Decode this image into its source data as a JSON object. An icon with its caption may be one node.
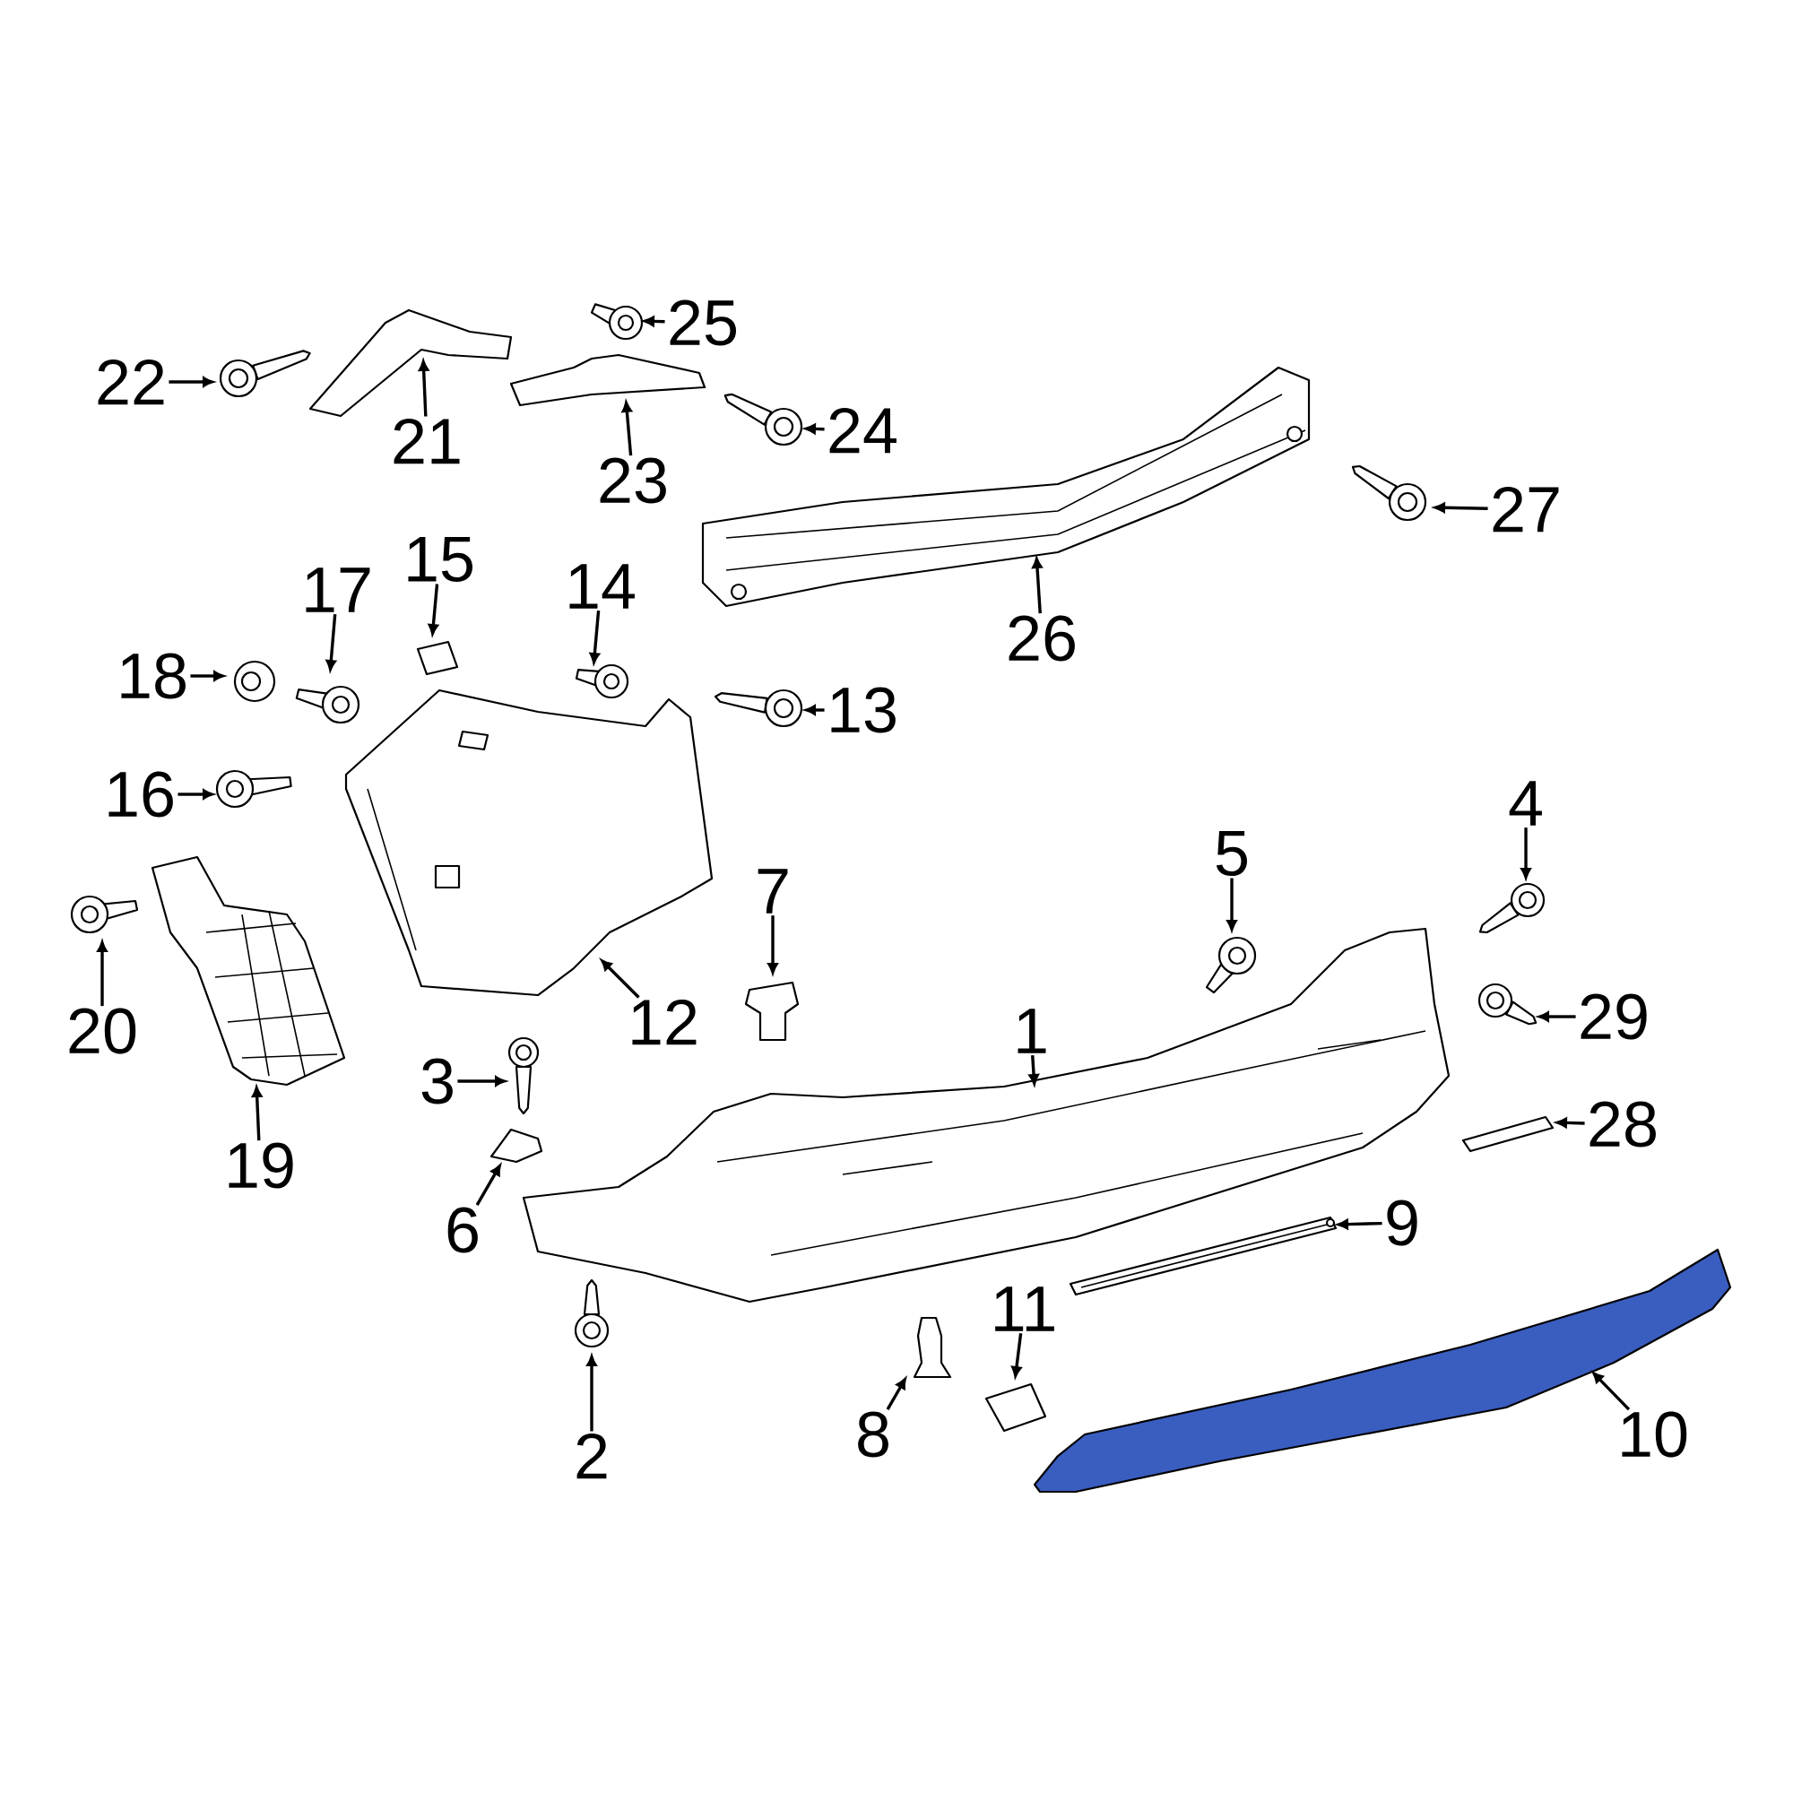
{
  "diagram": {
    "nodes": [
      {
        "text": [
          "1"
        ]
      },
      {
        "text": [],
        "shape": "picture"
      },
      {
        "text": [
          "2"
        ]
      },
      {
        "text": [],
        "shape": "picture"
      },
      {
        "text": [
          "3"
        ]
      },
      {
        "text": [],
        "shape": "picture"
      },
      {
        "text": [
          "4"
        ]
      },
      {
        "text": [],
        "shape": "picture"
      },
      {
        "text": [
          "5"
        ]
      },
      {
        "text": [],
        "shape": "picture"
      },
      {
        "text": [
          "6"
        ]
      },
      {
        "text": [],
        "shape": "picture"
      },
      {
        "text": [
          "7"
        ]
      },
      {
        "text": [],
        "shape": "picture"
      },
      {
        "text": [
          "8"
        ]
      },
      {
        "text": [],
        "shape": "picture"
      },
      {
        "text": [
          "9"
        ]
      },
      {
        "text": [],
        "shape": "picture"
      },
      {
        "text": [
          "10"
        ]
      },
      {
        "text": [],
        "shape": "picture"
      },
      {
        "text": [
          "11"
        ]
      },
      {
        "text": [],
        "shape": "picture"
      },
      {
        "text": [
          "12"
        ]
      },
      {
        "text": [],
        "shape": "picture"
      },
      {
        "text": [
          "13"
        ]
      },
      {
        "text": [],
        "shape": "picture"
      },
      {
        "text": [
          "14"
        ]
      },
      {
        "text": [],
        "shape": "picture"
      },
      {
        "text": [
          "15"
        ]
      },
      {
        "text": [],
        "shape": "picture"
      },
      {
        "text": [
          "16"
        ]
      },
      {
        "text": [],
        "shape": "picture"
      },
      {
        "text": [
          "17"
        ]
      },
      {
        "text": [],
        "shape": "picture"
      },
      {
        "text": [
          "18"
        ]
      },
      {
        "text": [],
        "shape": "picture"
      },
      {
        "text": [
          "19"
        ]
      },
      {
        "text": [],
        "shape": "picture"
      },
      {
        "text": [
          "20"
        ]
      },
      {
        "text": [],
        "shape": "picture"
      },
      {
        "text": [
          "21"
        ]
      },
      {
        "text": [],
        "shape": "picture"
      },
      {
        "text": [
          "22"
        ]
      },
      {
        "text": [],
        "shape": "picture"
      },
      {
        "text": [
          "23"
        ]
      },
      {
        "text": [],
        "shape": "picture"
      },
      {
        "text": [
          "24"
        ]
      },
      {
        "text": [],
        "shape": "picture"
      },
      {
        "text": [
          "25"
        ]
      },
      {
        "text": [],
        "shape": "picture"
      },
      {
        "text": [
          "26"
        ]
      },
      {
        "text": [],
        "shape": "picture"
      },
      {
        "text": [
          "27"
        ]
      },
      {
        "text": [],
        "shape": "picture"
      },
      {
        "text": [
          "28"
        ]
      },
      {
        "text": [],
        "shape": "picture"
      },
      {
        "text": [
          "29"
        ]
      },
      {
        "text": [],
        "shape": "picture"
      }
    ],
    "edges": [
      {
        "from": 0,
        "to": 1,
        "arrow": "to"
      },
      {
        "from": 2,
        "to": 3,
        "arrow": "to"
      },
      {
        "from": 4,
        "to": 5,
        "arrow": "to"
      },
      {
        "from": 6,
        "to": 7,
        "arrow": "to"
      },
      {
        "from": 8,
        "to": 9,
        "arrow": "to"
      },
      {
        "from": 10,
        "to": 11,
        "arrow": "to"
      },
      {
        "from": 12,
        "to": 13,
        "arrow": "to"
      },
      {
        "from": 14,
        "to": 15,
        "arrow": "to"
      },
      {
        "from": 16,
        "to": 17,
        "arrow": "to"
      },
      {
        "from": 18,
        "to": 19,
        "arrow": "to"
      },
      {
        "from": 20,
        "to": 21,
        "arrow": "to"
      },
      {
        "from": 22,
        "to": 23,
        "arrow": "to"
      },
      {
        "from": 24,
        "to": 25,
        "arrow": "to"
      },
      {
        "from": 26,
        "to": 27,
        "arrow": "to"
      },
      {
        "from": 28,
        "to": 29,
        "arrow": "to"
      },
      {
        "from": 30,
        "to": 31,
        "arrow": "to"
      },
      {
        "from": 32,
        "to": 33,
        "arrow": "to"
      },
      {
        "from": 34,
        "to": 35,
        "arrow": "to"
      },
      {
        "from": 36,
        "to": 37,
        "arrow": "to"
      },
      {
        "from": 38,
        "to": 39,
        "arrow": "to"
      },
      {
        "from": 40,
        "to": 41,
        "arrow": "to"
      },
      {
        "from": 42,
        "to": 43,
        "arrow": "to"
      },
      {
        "from": 44,
        "to": 45,
        "arrow": "to"
      },
      {
        "from": 46,
        "to": 47,
        "arrow": "to"
      },
      {
        "from": 48,
        "to": 49,
        "arrow": "to"
      },
      {
        "from": 50,
        "to": 51,
        "arrow": "to"
      },
      {
        "from": 52,
        "to": 53,
        "arrow": "to"
      },
      {
        "from": 54,
        "to": 55,
        "arrow": "to"
      },
      {
        "from": 56,
        "to": 57,
        "arrow": "to"
      }
    ]
  }
}
